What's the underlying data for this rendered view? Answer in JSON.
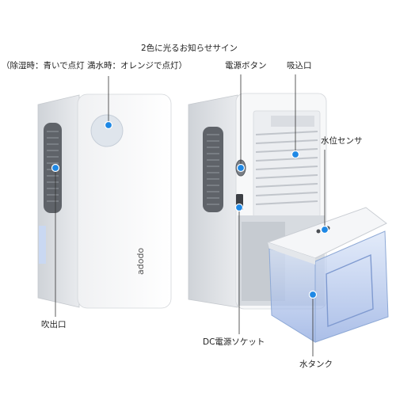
{
  "labels": {
    "indicator_title": "2色に光るお知らせサイン",
    "indicator_note": "（除湿時：青いで点灯 満水時：オレンジで点灯）",
    "power_button": "電源ボタン",
    "intake": "吸込口",
    "water_sensor": "水位センサ",
    "outlet": "吹出口",
    "dc_socket": "DC電源ソケット",
    "water_tank": "水タンク"
  },
  "logo": "adodo",
  "colors": {
    "callout_dot": "#1e88e5",
    "callout_line": "#333333",
    "body": "#f4f5f7",
    "vent": "#5f6369",
    "tank": "#a9c1ee"
  }
}
